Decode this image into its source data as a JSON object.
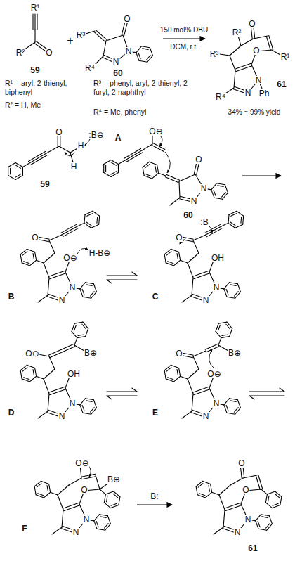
{
  "diagram": {
    "labels": [
      "R¹",
      "R²",
      "O",
      "59",
      "+",
      "O",
      "N",
      "N",
      "R³",
      "R⁴",
      "60",
      "150 mol% DBU",
      "DCM, r.t.",
      "O",
      "N",
      "N",
      "O",
      "R³",
      "R²",
      "R¹",
      "R⁴",
      "Ph",
      "61",
      "34% ~ 99% yield",
      "R¹ = aryl, 2-thienyl, biphenyl",
      "R² = H, Me",
      "R³ = phenyl, aryl, 2-thienyl, 2-furyl, 2-naphthyl",
      "R⁴ = Me, phenyl",
      "O",
      "H",
      "H",
      ":B⊖",
      "59",
      "O⊖",
      "A",
      "O",
      "N",
      "N",
      "60",
      "O⊖",
      "N",
      "N",
      "O",
      "H-B⊕",
      "B",
      "OH",
      "N",
      "N",
      "O",
      ":B",
      "C",
      "OH",
      "N",
      "N",
      "O⊖",
      "B⊕",
      "D",
      "O⊖",
      "N",
      "N",
      "O",
      "B⊕",
      "E",
      "O",
      "N",
      "N",
      "O⊖",
      "B⊕",
      "F",
      "B:",
      "O",
      "N",
      "N",
      "O",
      "61"
    ]
  }
}
